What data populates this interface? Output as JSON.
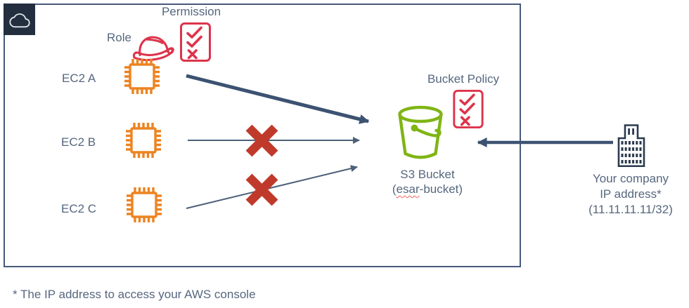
{
  "diagram": {
    "labels": {
      "permission": "Permission",
      "role": "Role",
      "ec2_a": "EC2 A",
      "ec2_b": "EC2 B",
      "ec2_c": "EC2 C",
      "bucket_policy": "Bucket Policy",
      "s3_bucket_line1": "S3 Bucket",
      "s3_name_prefix": "(",
      "s3_name_misspelled": "esar",
      "s3_name_suffix": "-bucket)",
      "company_line1": "Your company",
      "company_line2": "IP address*",
      "company_line3": "(11.11.11.11/32)",
      "footnote": "* The IP address to access your AWS console"
    },
    "icons": {
      "cloud": "aws-cloud-icon",
      "permission_doc": "checklist-icon",
      "bucket_policy_doc": "checklist-icon",
      "role": "hard-hat-icon",
      "ec2": "cpu-chip-icon",
      "s3": "bucket-icon",
      "company": "office-building-icon",
      "denied": "red-x-icon"
    },
    "colors": {
      "slate_text": "#56677F",
      "box_border": "#47597A",
      "arrow": "#3C5271",
      "aws_dark_square": "#232F3E",
      "ec2_orange": "#EC8422",
      "s3_green": "#7FB515",
      "policy_red": "#DD344C",
      "deny_red": "#C03A2B"
    }
  }
}
